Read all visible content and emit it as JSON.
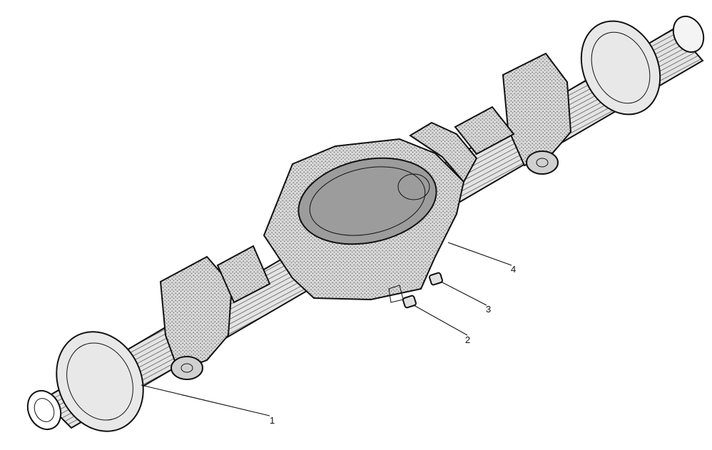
{
  "diagram": {
    "colors": {
      "ink": "#111111",
      "paper": "#ffffff",
      "shade": "#c9c9c9",
      "dark": "#8a8a8a"
    },
    "callouts": [
      {
        "id": "1",
        "label": "1"
      },
      {
        "id": "2",
        "label": "2"
      },
      {
        "id": "3",
        "label": "3"
      },
      {
        "id": "4",
        "label": "4"
      }
    ]
  }
}
